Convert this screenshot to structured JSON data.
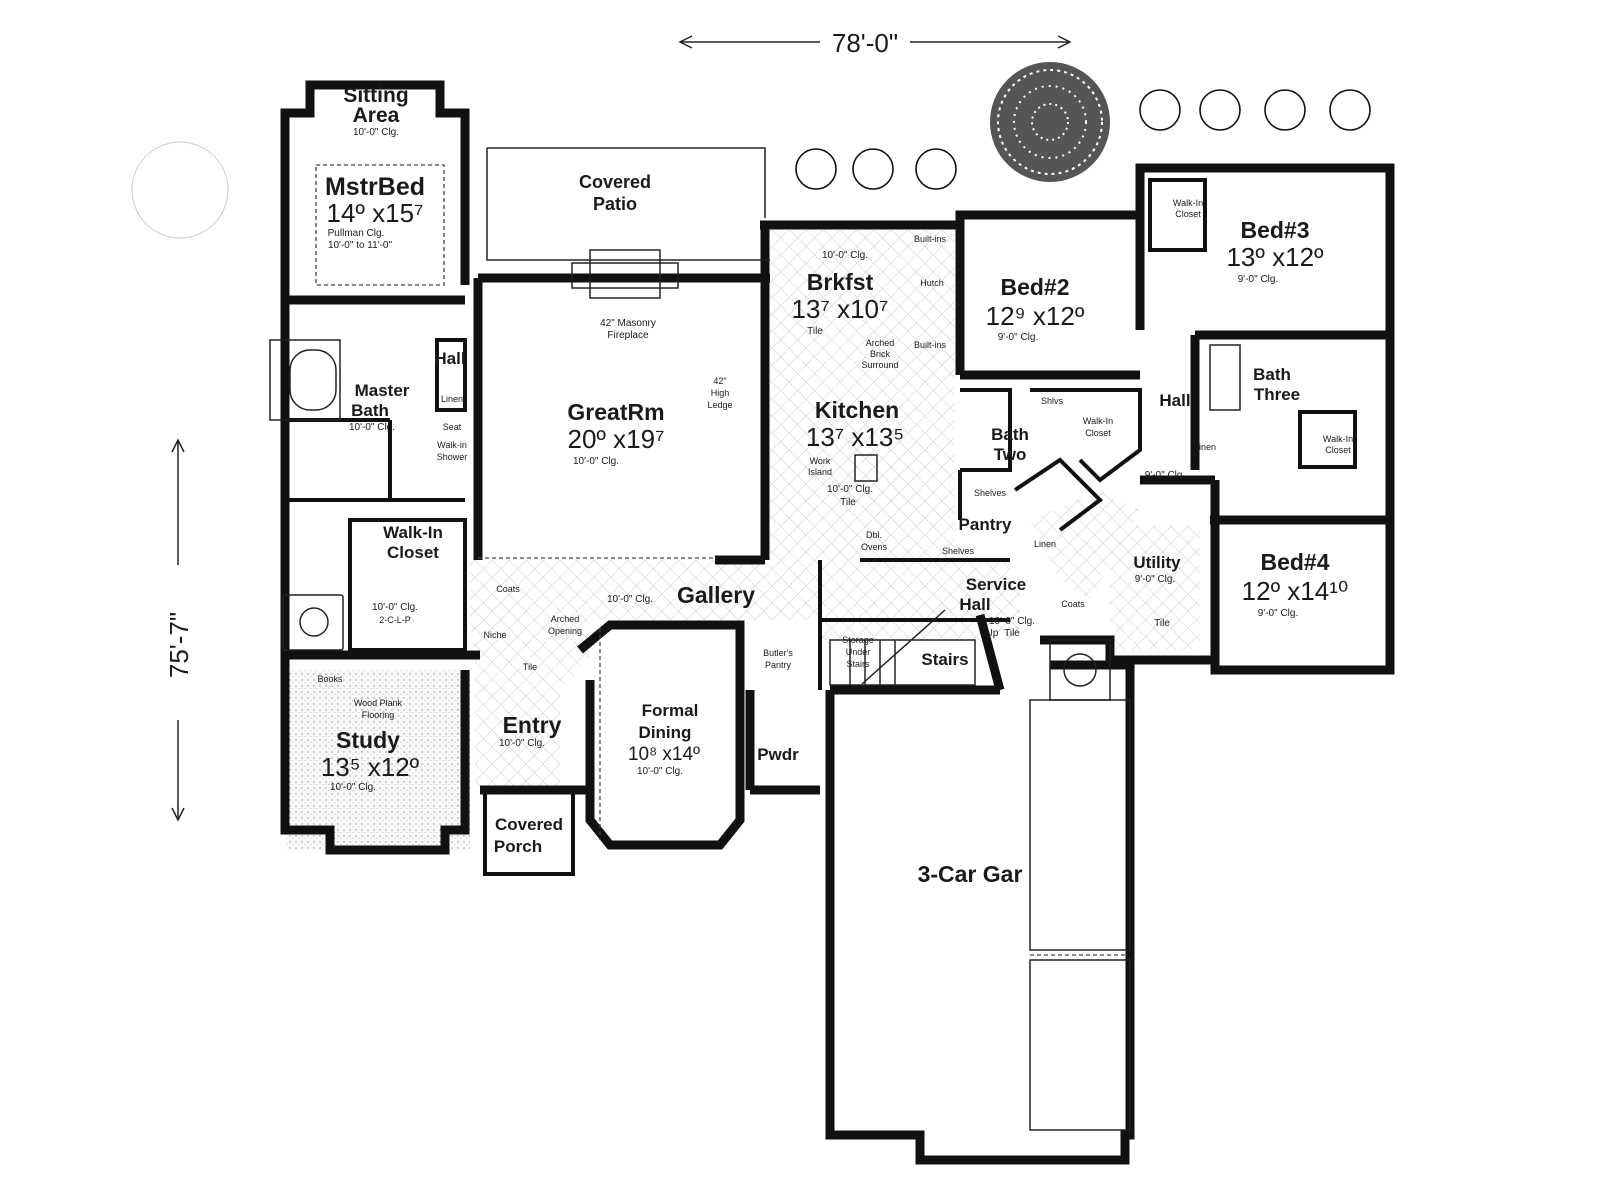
{
  "dimensions": {
    "width_label": "78'-0\"",
    "depth_label": "75'-7\""
  },
  "rooms": {
    "sitting_area": {
      "name": "Sitting Area",
      "name_1": "Sitting",
      "name_2": "Area",
      "ceiling": "10'-0\" Clg."
    },
    "master_bed": {
      "name": "MstrBed",
      "size": "14º x15⁷",
      "ceiling_1": "Pullman Clg.",
      "ceiling_2": "10'-0\" to 11'-0\""
    },
    "covered_patio": {
      "name_1": "Covered",
      "name_2": "Patio"
    },
    "fireplace": {
      "label_1": "42\" Masonry",
      "label_2": "Fireplace"
    },
    "great_room": {
      "name": "GreatRm",
      "size": "20º x19⁷",
      "ceiling": "10'-0\" Clg."
    },
    "ledge": {
      "label_1": "42\"",
      "label_2": "High",
      "label_3": "Ledge"
    },
    "breakfast": {
      "name": "Brkfst",
      "size": "13⁷ x10⁷",
      "ceiling": "10'-0\" Clg.",
      "floor": "Tile"
    },
    "built_ins": {
      "top": "Built-ins",
      "hutch": "Hutch",
      "bottom": "Built-ins"
    },
    "arched_brick": {
      "label_1": "Arched",
      "label_2": "Brick",
      "label_3": "Surround"
    },
    "kitchen": {
      "name": "Kitchen",
      "size": "13⁷ x13⁵",
      "island_1": "Work",
      "island_2": "Island",
      "ceiling": "10'-0\" Clg.",
      "floor": "Tile"
    },
    "bed2": {
      "name": "Bed#2",
      "size": "12⁹ x12º",
      "ceiling": "9'-0\" Clg."
    },
    "bed3": {
      "name": "Bed#3",
      "size": "13º x12º",
      "ceiling": "9'-0\" Clg."
    },
    "bed3_closet": {
      "label_1": "Walk-In",
      "label_2": "Closet"
    },
    "bed4": {
      "name": "Bed#4",
      "size": "12º x14¹⁰",
      "ceiling": "9'-0\" Clg."
    },
    "bed4_closet": {
      "label_1": "Walk-In",
      "label_2": "Closet"
    },
    "bath_two": {
      "name_1": "Bath",
      "name_2": "Two"
    },
    "bath_three": {
      "name_1": "Bath",
      "name_2": "Three"
    },
    "bed2_closet": {
      "label_1": "Walk-In",
      "label_2": "Closet",
      "shelves": "Shlvs"
    },
    "hall_right": {
      "name": "Hall",
      "ceiling": "9'-0\" Clg.",
      "linen": "Linen"
    },
    "hall_master": {
      "name": "Hall",
      "linen": "Linen",
      "seat": "Seat",
      "shower_1": "Walk-in",
      "shower_2": "Shower"
    },
    "master_bath": {
      "name_1": "Master",
      "name_2": "Bath",
      "ceiling": "10'-0\" Clg."
    },
    "walk_in_closet": {
      "name_1": "Walk-In",
      "name_2": "Closet",
      "ceiling": "10'-0\" Clg.",
      "shelving": "2-C-L-P"
    },
    "pantry": {
      "name": "Pantry",
      "shelves_top": "Shelves",
      "shelves_bottom": "Shelves",
      "ovens_1": "Dbl.",
      "ovens_2": "Ovens"
    },
    "gallery": {
      "name": "Gallery",
      "ceiling": "10'-0\" Clg.",
      "coats": "Coats",
      "niche": "Niche",
      "arched_1": "Arched",
      "arched_2": "Opening",
      "floor": "Tile"
    },
    "service_hall": {
      "name_1": "Service",
      "name_2": "Hall",
      "ceiling": "10'-0\" Clg.",
      "up": "Up",
      "floor": "Tile",
      "linen": "Linen",
      "coats": "Coats"
    },
    "utility": {
      "name": "Utility",
      "ceiling_1": "9'-0\" Clg.",
      "floor": "Tile"
    },
    "stairs": {
      "name": "Stairs",
      "storage_1": "Storage",
      "storage_2": "Under",
      "storage_3": "Stairs"
    },
    "butlers_pantry": {
      "label_1": "Butler's",
      "label_2": "Pantry"
    },
    "study": {
      "name": "Study",
      "size": "13⁵ x12º",
      "ceiling": "10'-0\" Clg.",
      "floor_1": "Wood Plank",
      "floor_2": "Flooring",
      "books": "Books"
    },
    "entry": {
      "name": "Entry",
      "ceiling": "10'-0\" Clg."
    },
    "formal_dining": {
      "name_1": "Formal",
      "name_2": "Dining",
      "size": "10⁸ x14º",
      "ceiling": "10'-0\" Clg."
    },
    "powder": {
      "name": "Pwdr"
    },
    "covered_porch": {
      "name_1": "Covered",
      "name_2": "Porch"
    },
    "garage": {
      "name": "3-Car Gar"
    }
  }
}
